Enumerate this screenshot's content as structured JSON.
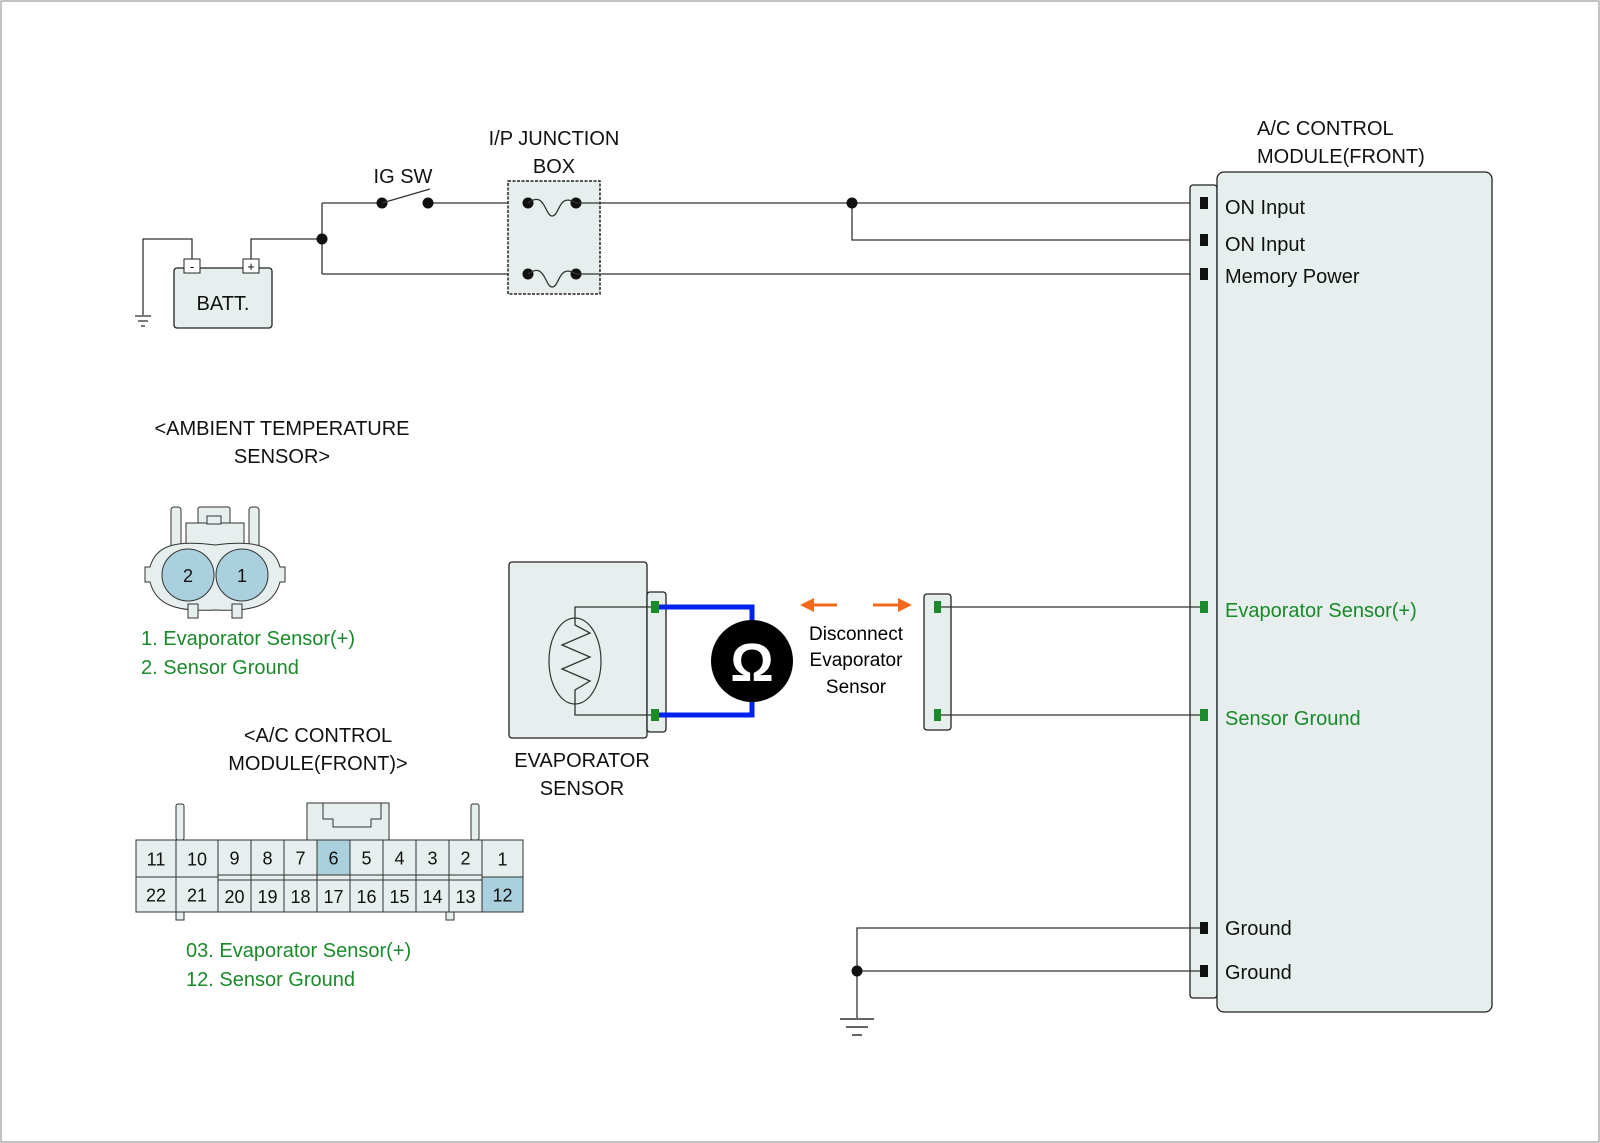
{
  "labels": {
    "ig_sw": "IG SW",
    "junction_box": [
      "I/P JUNCTION",
      "BOX"
    ],
    "battery": "BATT.",
    "battery_neg": "-",
    "battery_pos": "+",
    "module_title": [
      "A/C CONTROL",
      "MODULE(FRONT)"
    ],
    "module_pins": [
      "ON Input",
      "ON Input",
      "Memory Power",
      "Evaporator Sensor(+)",
      "Sensor Ground",
      "Ground",
      "Ground"
    ],
    "ambient_title": [
      "<AMBIENT TEMPERATURE",
      "SENSOR>"
    ],
    "ambient_pins": [
      "2",
      "1"
    ],
    "ambient_legend": [
      "1. Evaporator Sensor(+)",
      "2. Sensor Ground"
    ],
    "connector_title": [
      "<A/C CONTROL",
      "MODULE(FRONT)>"
    ],
    "connector_top_row": [
      "11",
      "10",
      "9",
      "8",
      "7",
      "6",
      "5",
      "4",
      "3",
      "2",
      "1"
    ],
    "connector_bottom_row": [
      "22",
      "21",
      "20",
      "19",
      "18",
      "17",
      "16",
      "15",
      "14",
      "13",
      "12"
    ],
    "connector_legend": [
      "03. Evaporator Sensor(+)",
      "12. Sensor Ground"
    ],
    "evap_sensor": [
      "EVAPORATOR",
      "SENSOR"
    ],
    "disconnect_note": [
      "Disconnect",
      "Evaporator",
      "Sensor"
    ],
    "ohmmeter_symbol": "Ω"
  },
  "highlighted_pins": [
    "6",
    "12"
  ],
  "colors": {
    "signal_text": "#1a8a2a",
    "meter_leads": "#0022ee",
    "arrows": "#f26a1b",
    "highlight_pin": "#a9d0dc",
    "body_fill": "#e6eeee"
  }
}
